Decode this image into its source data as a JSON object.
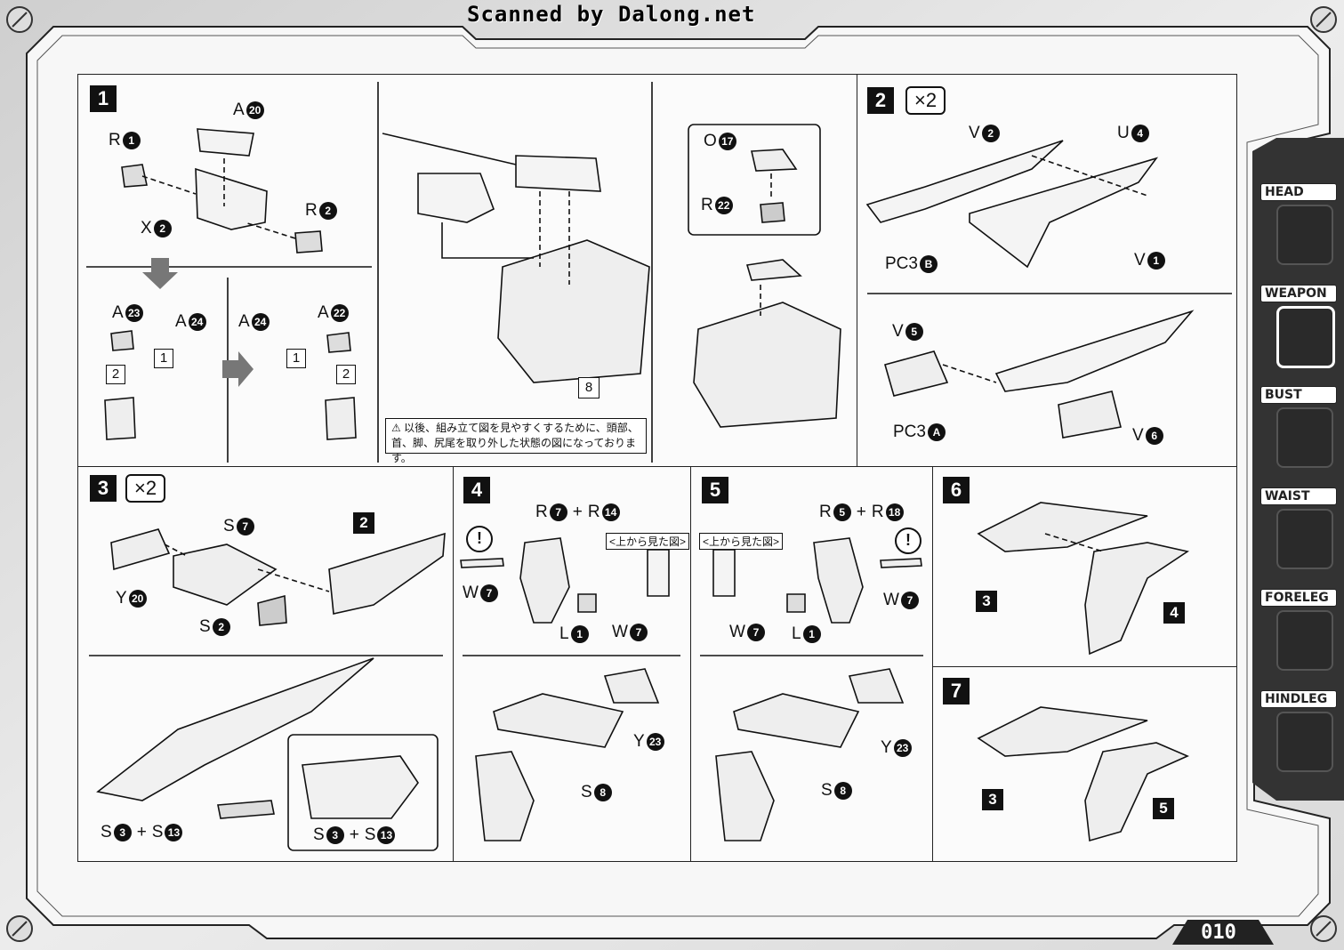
{
  "header": {
    "scan_credit": "Scanned by Dalong.net"
  },
  "footer": {
    "page_number": "010"
  },
  "sidebar": {
    "tabs": [
      {
        "label": "HEAD"
      },
      {
        "label": "WEAPON"
      },
      {
        "label": "BUST"
      },
      {
        "label": "WAIST"
      },
      {
        "label": "FORELEG"
      },
      {
        "label": "HINDLEG"
      }
    ]
  },
  "steps": {
    "s1": {
      "num": "1"
    },
    "s2": {
      "num": "2",
      "mult": "×2"
    },
    "s3": {
      "num": "3",
      "mult": "×2"
    },
    "s4": {
      "num": "4"
    },
    "s5": {
      "num": "5"
    },
    "s6": {
      "num": "6"
    },
    "s7": {
      "num": "7"
    }
  },
  "labels": {
    "s1_a20": {
      "letter": "A",
      "num": "20"
    },
    "s1_r1": {
      "letter": "R",
      "num": "1"
    },
    "s1_r2": {
      "letter": "R",
      "num": "2"
    },
    "s1_x2": {
      "letter": "X",
      "num": "2"
    },
    "s1_a23": {
      "letter": "A",
      "num": "23"
    },
    "s1_a24a": {
      "letter": "A",
      "num": "24"
    },
    "s1_a24b": {
      "letter": "A",
      "num": "24"
    },
    "s1_a22": {
      "letter": "A",
      "num": "22"
    },
    "s1_o17": {
      "letter": "O",
      "num": "17"
    },
    "s1_r22": {
      "letter": "R",
      "num": "22"
    },
    "s2_v2": {
      "letter": "V",
      "num": "2"
    },
    "s2_u4": {
      "letter": "U",
      "num": "4"
    },
    "s2_pc3b": {
      "letter": "PC3",
      "num": "B"
    },
    "s2_v1": {
      "letter": "V",
      "num": "1"
    },
    "s2_v5": {
      "letter": "V",
      "num": "5"
    },
    "s2_pc3a": {
      "letter": "PC3",
      "num": "A"
    },
    "s2_v6": {
      "letter": "V",
      "num": "6"
    },
    "s3_s7": {
      "letter": "S",
      "num": "7"
    },
    "s3_y20": {
      "letter": "Y",
      "num": "20"
    },
    "s3_s2": {
      "letter": "S",
      "num": "2"
    },
    "s3_s3a": {
      "letter": "S",
      "num": "3"
    },
    "s3_s13a": {
      "letter": "S",
      "num": "13"
    },
    "s3_s3b": {
      "letter": "S",
      "num": "3"
    },
    "s3_s13b": {
      "letter": "S",
      "num": "13"
    },
    "s4_r7": {
      "letter": "R",
      "num": "7"
    },
    "s4_r14": {
      "letter": "R",
      "num": "14"
    },
    "s4_w7a": {
      "letter": "W",
      "num": "7"
    },
    "s4_l1": {
      "letter": "L",
      "num": "1"
    },
    "s4_w7b": {
      "letter": "W",
      "num": "7"
    },
    "s4_y23": {
      "letter": "Y",
      "num": "23"
    },
    "s4_s8": {
      "letter": "S",
      "num": "8"
    },
    "s5_r5": {
      "letter": "R",
      "num": "5"
    },
    "s5_r18": {
      "letter": "R",
      "num": "18"
    },
    "s5_w7a": {
      "letter": "W",
      "num": "7"
    },
    "s5_w7b": {
      "letter": "W",
      "num": "7"
    },
    "s5_l1": {
      "letter": "L",
      "num": "1"
    },
    "s5_y23": {
      "letter": "Y",
      "num": "23"
    },
    "s5_s8": {
      "letter": "S",
      "num": "8"
    }
  },
  "refs": {
    "s1_box1a": "1",
    "s1_box2a": "2",
    "s1_box1b": "1",
    "s1_box2b": "2",
    "s1_box8": "8",
    "s3_step2": "2",
    "s6_step3": "3",
    "s6_step4": "4",
    "s7_step3": "3",
    "s7_step5": "5"
  },
  "notes": {
    "warning": "以後、組み立て図を見やすくするために、頭部、首、脚、尻尾を取り外した状態の図になっております。",
    "top_view_4": "<上から見た図>",
    "top_view_5": "<上から見た図>",
    "plus": "+",
    "excl": "!"
  }
}
